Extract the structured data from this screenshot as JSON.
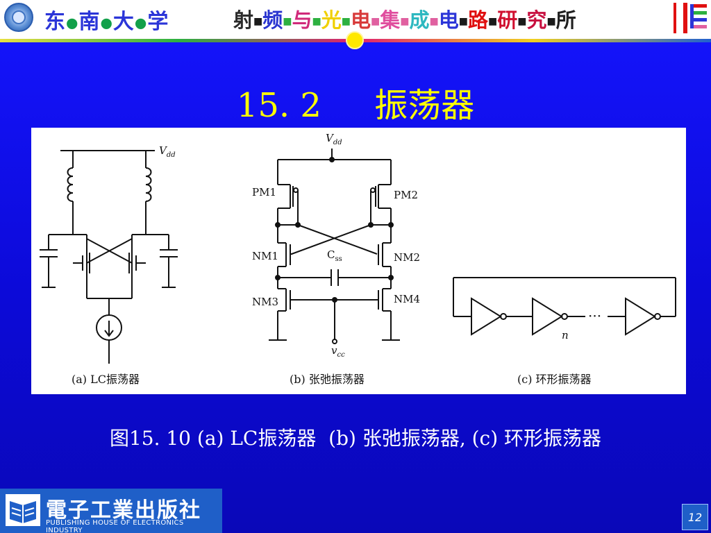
{
  "header": {
    "university_chars": [
      "东",
      "南",
      "大",
      "学"
    ],
    "institute_chars": [
      {
        "ch": "射",
        "color": "#2b2b2b"
      },
      {
        "ch": "频",
        "color": "#2a35d0"
      },
      {
        "ch": "与",
        "color": "#d02a7a"
      },
      {
        "ch": "光",
        "color": "#f0d000"
      },
      {
        "ch": "电",
        "color": "#d83a3a"
      },
      {
        "ch": "集",
        "color": "#e04e9e"
      },
      {
        "ch": "成",
        "color": "#2db8c0"
      },
      {
        "ch": "电",
        "color": "#2b35d8"
      },
      {
        "ch": "路",
        "color": "#e01010"
      },
      {
        "ch": "研",
        "color": "#d01030"
      },
      {
        "ch": "究",
        "color": "#c81040"
      },
      {
        "ch": "所",
        "color": "#202020"
      }
    ],
    "separator_colors": [
      "#1a1a1a",
      "#2db040",
      "#2db040",
      "#2db040",
      "#e060a0",
      "#e060a0",
      "#e060a0",
      "#1a1a1a",
      "#1a1a1a",
      "#1a1a1a",
      "#1a1a1a"
    ]
  },
  "title": "15. 2     振荡器",
  "figure": {
    "lc": {
      "vdd_label": "V",
      "vdd_sub": "dd",
      "caption": "(a) LC振荡器"
    },
    "relax": {
      "vdd_label": "V",
      "vdd_sub": "dd",
      "pm1": "PM1",
      "pm2": "PM2",
      "nm1": "NM1",
      "nm2": "NM2",
      "nm3": "NM3",
      "nm4": "NM4",
      "css_label": "C",
      "css_sub": "ss",
      "vcc_label": "v",
      "vcc_sub": "cc",
      "caption": "(b) 张弛振荡器"
    },
    "ring": {
      "dots": "···",
      "n_label": "n",
      "caption": "(c) 环形振荡器"
    }
  },
  "caption": "图15. 10 (a) LC振荡器  (b) 张弛振荡器, (c) 环形振荡器",
  "footer": {
    "publisher_cn": "電子工業出版社",
    "publisher_en": "PUBLISHING HOUSE OF ELECTRONICS INDUSTRY",
    "page_number": "12"
  },
  "colors": {
    "background": "#1010e0",
    "title": "#ffff00",
    "caption": "#ffffff",
    "footer": "#1f5fc8"
  }
}
